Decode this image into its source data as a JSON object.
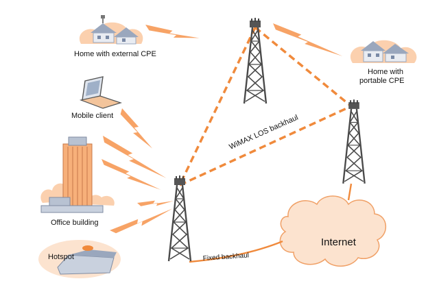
{
  "labels": {
    "home_external_cpe": "Home with external CPE",
    "home_portable_cpe_line1": "Home with",
    "home_portable_cpe_line2": "portable CPE",
    "mobile_client": "Mobile client",
    "office_building": "Office building",
    "hotspot": "Hotspot",
    "wimax_los_backhaul": "WiMAX LOS backhaul",
    "fixed_backhaul": "Fixed backhaul",
    "internet": "Internet"
  },
  "colors": {
    "link_orange": "#f08a3c",
    "tower_gray": "#4a4a4a",
    "cloud_fill": "#fce3cf",
    "cloud_stroke": "#f0a066",
    "building_orange": "#f7b07a",
    "building_gray": "#b8c2d2"
  }
}
